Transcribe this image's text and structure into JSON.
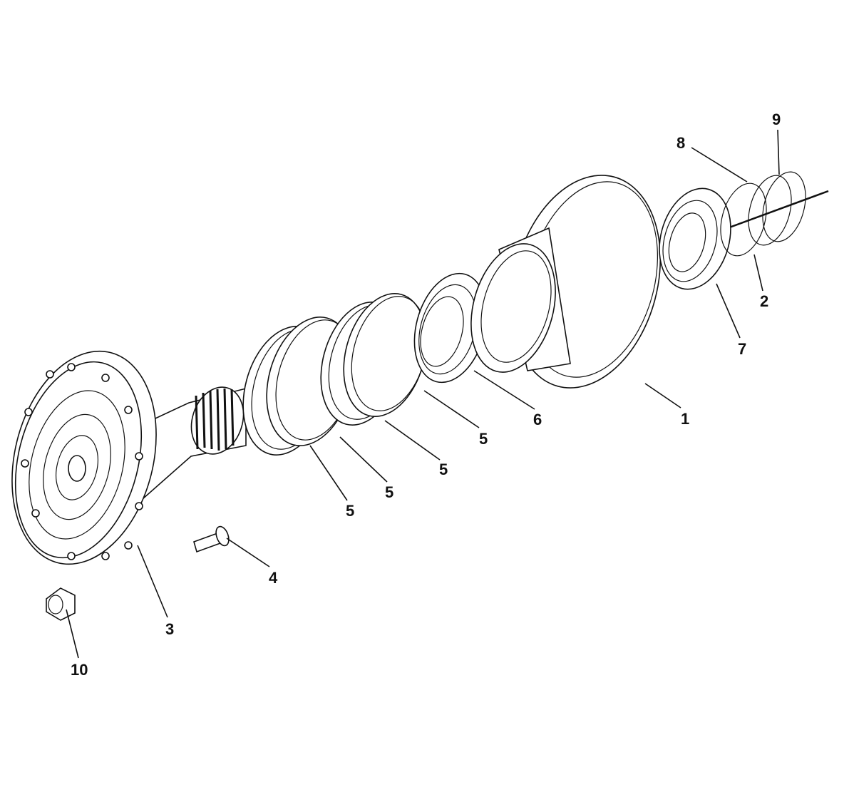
{
  "diagram": {
    "title": "Exploded view - hub assembly",
    "callouts": [
      {
        "id": "c9",
        "text": "9"
      },
      {
        "id": "c8",
        "text": "8"
      },
      {
        "id": "c2",
        "text": "2"
      },
      {
        "id": "c7",
        "text": "7"
      },
      {
        "id": "c1",
        "text": "1"
      },
      {
        "id": "c6",
        "text": "6"
      },
      {
        "id": "c5a",
        "text": "5"
      },
      {
        "id": "c5b",
        "text": "5"
      },
      {
        "id": "c5c",
        "text": "5"
      },
      {
        "id": "c5d",
        "text": "5"
      },
      {
        "id": "c4",
        "text": "4"
      },
      {
        "id": "c3",
        "text": "3"
      },
      {
        "id": "c10",
        "text": "10"
      }
    ]
  }
}
